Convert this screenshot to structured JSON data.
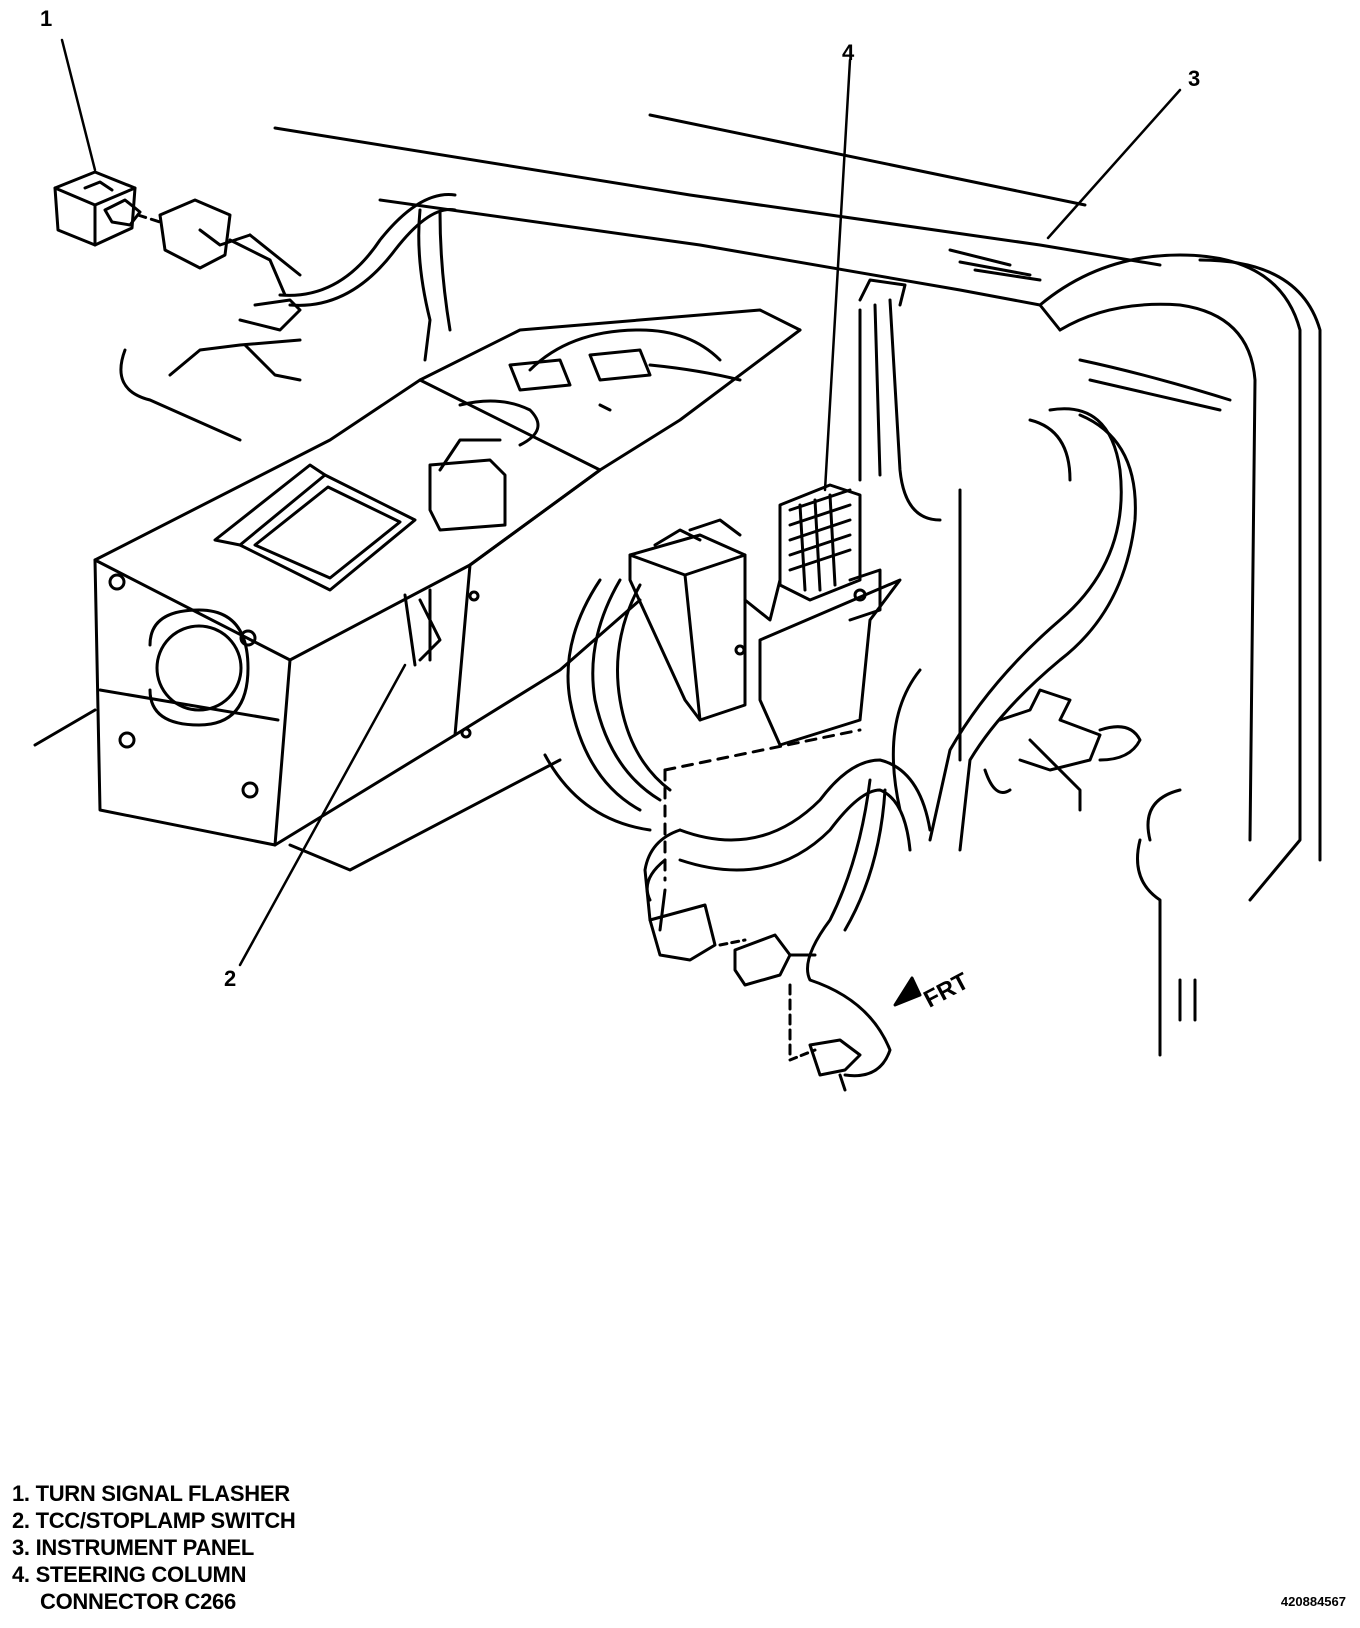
{
  "callouts": {
    "c1": "1",
    "c2": "2",
    "c3": "3",
    "c4": "4"
  },
  "orientation": {
    "label": "FRT"
  },
  "legend": {
    "items": [
      {
        "num": "1.",
        "text": "TURN SIGNAL FLASHER"
      },
      {
        "num": "2.",
        "text": "TCC/STOPLAMP SWITCH"
      },
      {
        "num": "3.",
        "text": "INSTRUMENT PANEL"
      },
      {
        "num": "4.",
        "text": "STEERING COLUMN"
      }
    ],
    "continuation": "CONNECTOR C266"
  },
  "figure_number": "420884567"
}
